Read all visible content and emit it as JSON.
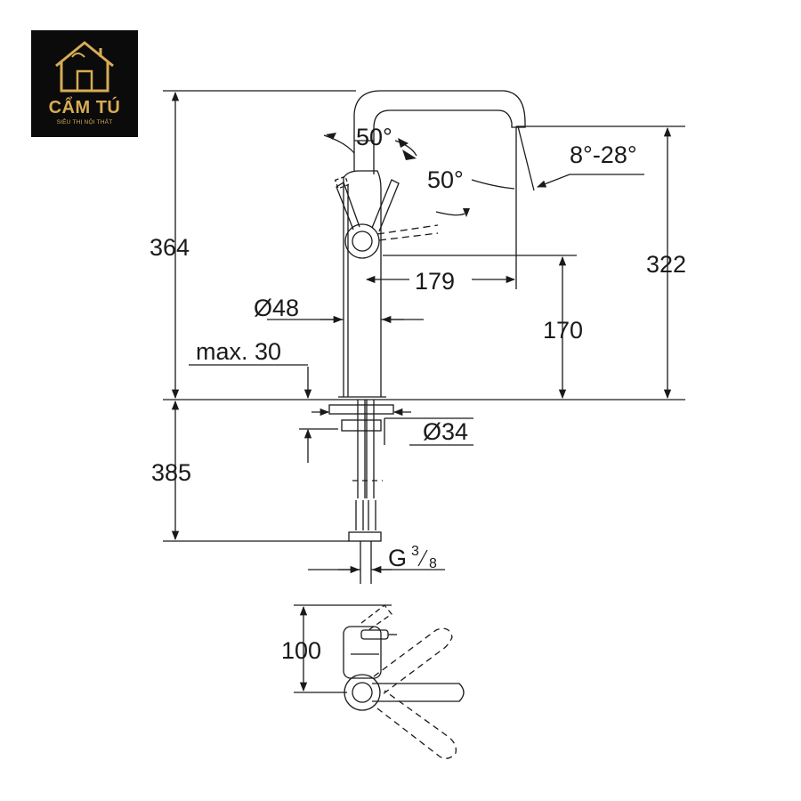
{
  "logo": {
    "name": "CẨM TÚ",
    "tagline": "SIÊU THỊ NỘI THẤT",
    "brand_color": "#d7ac55",
    "background": "#0b0b0b"
  },
  "dimensions": {
    "total_height": "364",
    "spout_height": "322",
    "lever_height": "170",
    "spout_reach": "179",
    "body_diameter": "Ø48",
    "max_thickness": "max. 30",
    "hole_diameter": "Ø34",
    "hose_length": "385",
    "thread_letter": "G",
    "thread_numerator": "3",
    "thread_denominator": "8",
    "lever_angle_top": "50°",
    "lever_angle_side": "50°",
    "spout_angle": "8°-28°",
    "handle_depth": "100"
  },
  "colors": {
    "line": "#1a1a1a",
    "background": "#ffffff"
  }
}
